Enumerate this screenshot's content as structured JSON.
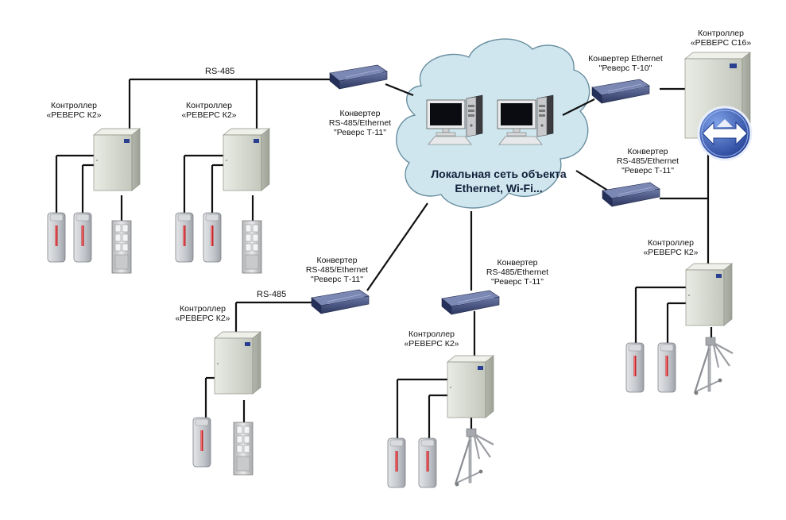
{
  "cloud": {
    "line1": "Локальная сеть объекта",
    "line2": "Ethernet, Wi-Fi..."
  },
  "bus_labels": {
    "top": "RS-485",
    "lower": "RS-485"
  },
  "converters": {
    "top_left": {
      "line1": "Конвертер",
      "line2": "RS-485/Ethernet",
      "line3": "\"Реверс Т-11\""
    },
    "top_right": {
      "line1": "Конвертер Ethernet",
      "line2": "\"Реверс Т-10\""
    },
    "right": {
      "line1": "Конвертер",
      "line2": "RS-485/Ethernet",
      "line3": "\"Реверс Т-11\""
    },
    "mid_left": {
      "line1": "Конвертер",
      "line2": "RS-485/Ethernet",
      "line3": "\"Реверс Т-11\""
    },
    "mid_center": {
      "line1": "Конвертер",
      "line2": "RS-485/Ethernet",
      "line3": "\"Реверс Т-11\""
    }
  },
  "controllers": {
    "c1": {
      "line1": "Контроллер",
      "line2": "«РЕВЕРС К2»"
    },
    "c2": {
      "line1": "Контроллер",
      "line2": "«РЕВЕРС К2»"
    },
    "c3": {
      "line1": "Контроллер",
      "line2": "«РЕВЕРС К2»"
    },
    "c4": {
      "line1": "Контроллер",
      "line2": "«РЕВЕРС К2»"
    },
    "c5": {
      "line1": "Контроллер",
      "line2": "«РЕВЕРС К2»"
    },
    "c16": {
      "line1": "Контроллер",
      "line2": "«РЕВЕРС С16»"
    }
  },
  "colors": {
    "cloud": "#cfe6ee",
    "cloud_stroke": "#6a8fa0",
    "cabinet": "#d9dcd2",
    "reader": "#c9ccd0",
    "led": "#c0242a",
    "converter": "#3a4a7a",
    "wire": "#111111",
    "logo": "#2c4aa0"
  }
}
